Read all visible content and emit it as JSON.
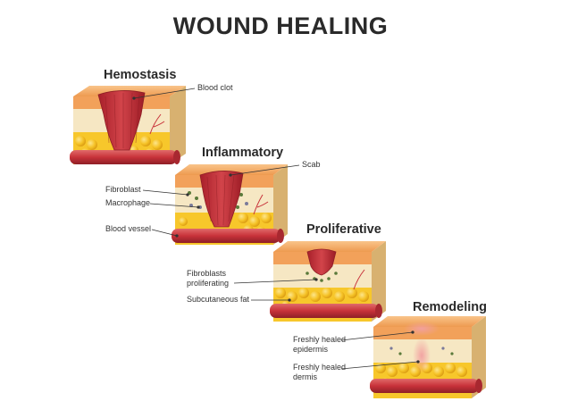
{
  "title": "WOUND HEALING",
  "stages": [
    {
      "name": "Hemostasis"
    },
    {
      "name": "Inflammatory"
    },
    {
      "name": "Proliferative"
    },
    {
      "name": "Remodeling"
    }
  ],
  "labels": {
    "blood_clot": "Blood clot",
    "scab": "Scab",
    "fibroblast": "Fibroblast",
    "macrophage": "Macrophage",
    "blood_vessel": "Blood vessel",
    "fibroblasts_proliferating_1": "Fibroblasts",
    "fibroblasts_proliferating_2": "proliferating",
    "subcutaneous_fat": "Subcutaneous fat",
    "freshly_healed_epidermis_1": "Freshly healed",
    "freshly_healed_epidermis_2": "epidermis",
    "freshly_healed_dermis_1": "Freshly healed",
    "freshly_healed_dermis_2": "dermis"
  },
  "colors": {
    "epidermis": "#f2a15a",
    "epidermis_top": "#f7bb7b",
    "dermis": "#f6e7c3",
    "fat": "#f7c72b",
    "fat_dark": "#e5a81a",
    "vessel": "#c8323a",
    "clot": "#c8323a",
    "side_shade": "#d9b77a",
    "text": "#2a2a2a"
  }
}
